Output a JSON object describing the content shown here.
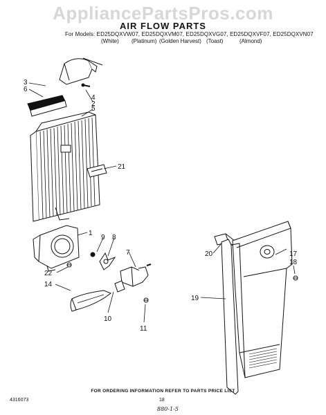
{
  "watermark": "AppliancePartsPros.com",
  "title": "AIR FLOW PARTS",
  "models_line": "For Models: ED25DQXVW07, ED25DQXVM07, ED25DQXVG07, ED25DQXVF07, ED25DQXVN07",
  "colors": [
    "(White)",
    "(Platinum)",
    "(Golden Harvest)",
    "(Toast)",
    "(Almond)"
  ],
  "callouts": {
    "c3": "3",
    "c6": "6",
    "c4": "4",
    "c2": "2",
    "c5": "5",
    "c21": "21",
    "c1": "1",
    "c9": "9",
    "c8": "8",
    "c7": "7",
    "c22": "22",
    "c14": "14",
    "c10": "10",
    "c11": "11",
    "c20": "20",
    "c17": "17",
    "c18": "18",
    "c19": "19"
  },
  "footer_note": "FOR ORDERING INFORMATION REFER TO PARTS PRICE LIST",
  "part_number": "4316073",
  "page_number": "18",
  "handwritten": "880-1-5"
}
